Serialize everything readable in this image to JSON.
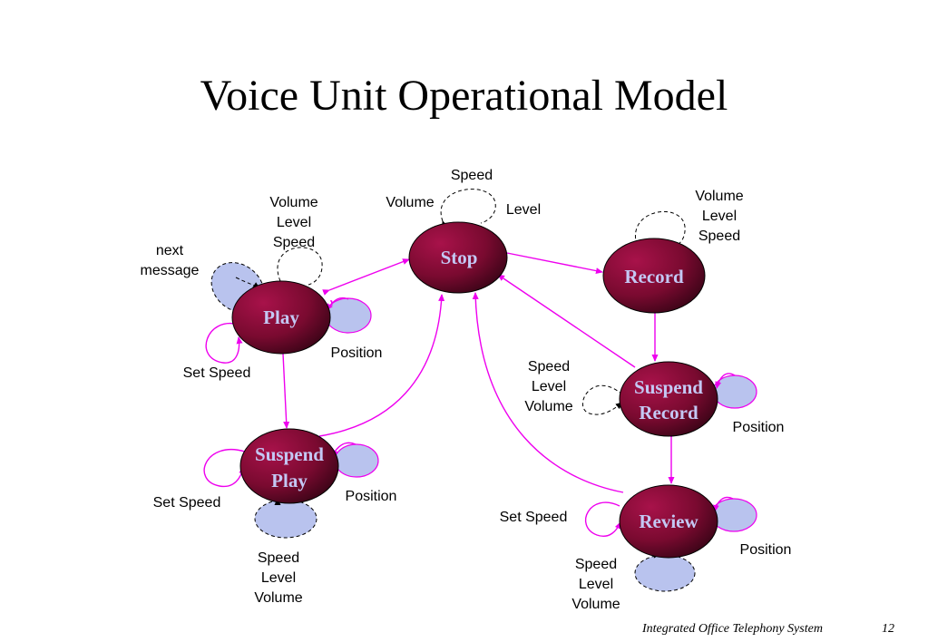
{
  "title": "Voice Unit Operational Model",
  "footer": {
    "title": "Integrated Office Telephony System",
    "page": "12"
  },
  "colors": {
    "state_fill_light": "#9e1040",
    "state_fill_dark": "#3a0416",
    "state_text": "#c4c8f4",
    "transition": "#ee00ee",
    "event_blob": "#b9c3ee"
  },
  "states": {
    "stop": "Stop",
    "record": "Record",
    "play": "Play",
    "suspend_record": [
      "Suspend",
      "Record"
    ],
    "suspend_play": [
      "Suspend",
      "Play"
    ],
    "review": "Review"
  },
  "labels": {
    "stop_speed": "Speed",
    "stop_volume": "Volume",
    "stop_level": "Level",
    "play_vls": [
      "Volume",
      "Level",
      "Speed"
    ],
    "play_next_message": [
      "next",
      "message"
    ],
    "play_set_speed": "Set Speed",
    "play_position": "Position",
    "record_vls": [
      "Volume",
      "Level",
      "Speed"
    ],
    "suspend_record_slv": [
      "Speed",
      "Level",
      "Volume"
    ],
    "suspend_record_position": "Position",
    "suspend_play_set_speed": "Set Speed",
    "suspend_play_position": "Position",
    "suspend_play_slv": [
      "Speed",
      "Level",
      "Volume"
    ],
    "review_set_speed": "Set Speed",
    "review_position": "Position",
    "review_slv": [
      "Speed",
      "Level",
      "Volume"
    ]
  }
}
